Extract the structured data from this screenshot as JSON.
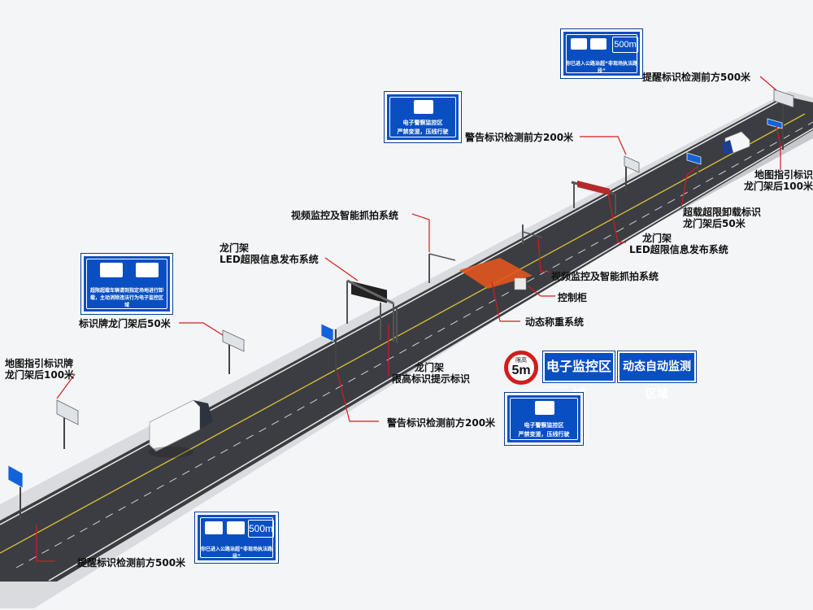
{
  "labels": {
    "reminder_top": "提醒标识检测前方500米",
    "warning_top": "警告标识检测前方200米",
    "map_right_1": "地图指引标识",
    "map_right_2": "龙门架后100米",
    "overload_1": "超载超限卸载标识",
    "overload_2": "龙门架后50米",
    "gantry_led_r_1": "龙门架",
    "gantry_led_r_2": "LED超限信息发布系统",
    "video_r": "视频监控及智能抓拍系统",
    "control": "控制柜",
    "weigh": "动态称重系统",
    "video_l": "视频监控及智能抓拍系统",
    "gantry_led_l_1": "龙门架",
    "gantry_led_l_2": "LED超限信息发布系统",
    "sign_gantry": "标识牌龙门架后50米",
    "map_left_1": "地图指引标识牌",
    "map_left_2": "龙门架后100米",
    "height_1": "龙门架",
    "height_2": "限高标识提示标识",
    "warning_bottom": "警告标识检测前方200米",
    "reminder_bottom": "提醒标识检测前方500米"
  },
  "signs": {
    "reminder_distance": "500m",
    "reminder_text": "你已进入公路治超“非现场执法路段”",
    "police_line1": "电子警察监控区",
    "police_line2": "严禁变道，压线行驶",
    "overload_text": "超限超载车辆请到指定场地进行卸载，主动消除违法行为电子监控区域"
  },
  "zones": {
    "electronic": "电子监控区域",
    "dynamic": "动态自动监测区域"
  },
  "limit_sign": {
    "caption": "限高",
    "value": "5m"
  },
  "colors": {
    "sign_blue": "#0a4fc2",
    "road": "#3b3d42",
    "shoulder": "#d7d9dc",
    "callout_red": "#d21d1d",
    "weigh_pad": "#e2551e"
  }
}
